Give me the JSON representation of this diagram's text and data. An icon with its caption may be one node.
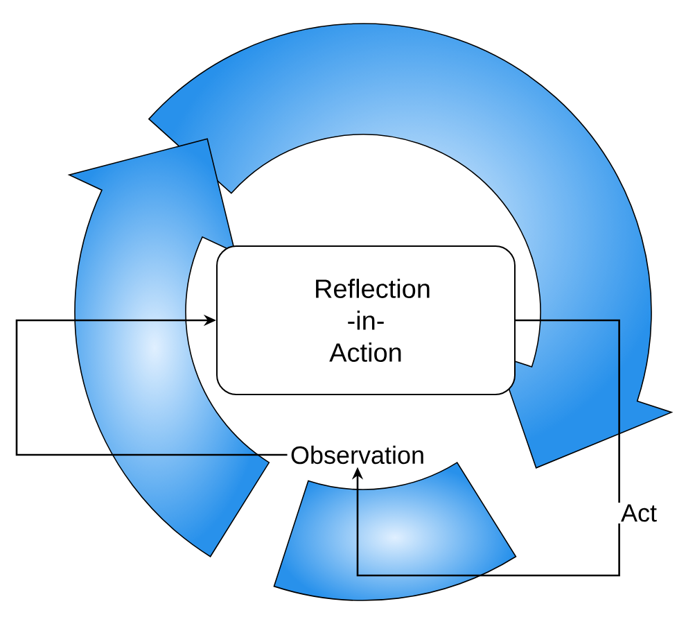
{
  "diagram": {
    "nodes": [
      {
        "text": [
          "Reflection -in- Action"
        ]
      },
      {
        "text": [
          "Observation"
        ]
      },
      {
        "text": [
          "Act"
        ]
      }
    ],
    "edges": [
      {
        "from": 1,
        "to": 0,
        "arrow": "to"
      },
      {
        "from": 0,
        "to": 2,
        "arrow": "none"
      },
      {
        "from": 2,
        "to": 1,
        "arrow": "to"
      }
    ]
  }
}
